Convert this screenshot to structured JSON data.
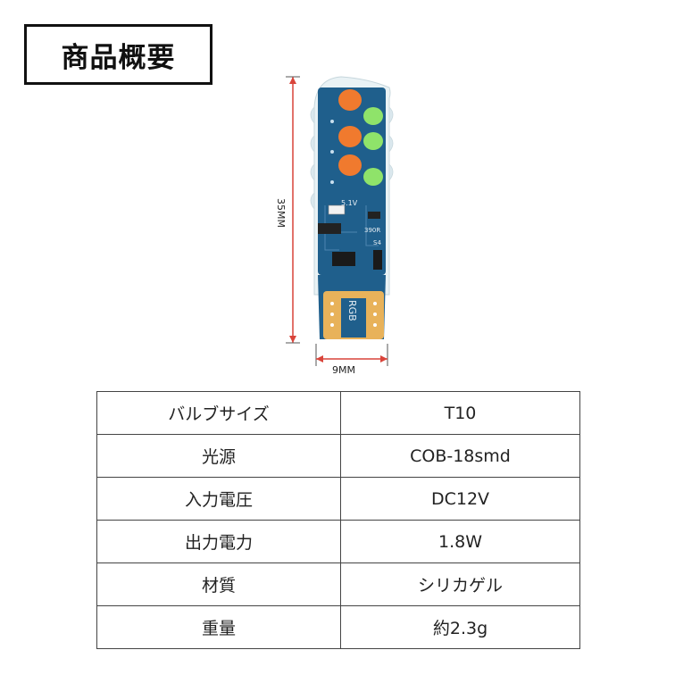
{
  "header": {
    "title": "商品概要"
  },
  "figure": {
    "height_label": "35MM",
    "width_label": "9MM",
    "pcb_voltage_label": "5.1V",
    "pcb_resistor_label": "390R",
    "pcb_switch_label": "S4",
    "pcb_base_label": "RGB",
    "colors": {
      "pcb": "#1f5f8c",
      "orange_led": "#f07a2e",
      "green_led": "#8fe36a",
      "gold_contact": "#e8b25a"
    }
  },
  "specs": [
    {
      "label": "バルブサイズ",
      "value": "T10"
    },
    {
      "label": "光源",
      "value": "COB-18smd"
    },
    {
      "label": "入力電圧",
      "value": "DC12V"
    },
    {
      "label": "出力電力",
      "value": "1.8W"
    },
    {
      "label": "材質",
      "value": "シリカゲル"
    },
    {
      "label": "重量",
      "value": "約2.3g"
    }
  ]
}
